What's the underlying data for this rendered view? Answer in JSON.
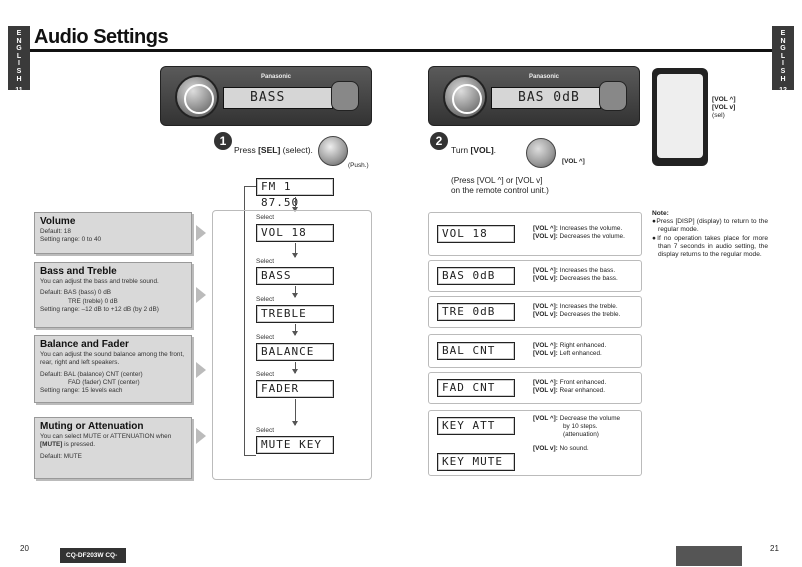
{
  "page": {
    "title": "Audio Settings",
    "left_tab": [
      "E",
      "N",
      "G",
      "L",
      "I",
      "S",
      "H"
    ],
    "left_tab_num": "11",
    "right_tab": [
      "E",
      "N",
      "G",
      "L",
      "I",
      "S",
      "H"
    ],
    "right_tab_num": "12",
    "page_left": "20",
    "page_right": "21",
    "model": "CQ-DF203W CQ-"
  },
  "device": {
    "brand": "Panasonic",
    "lcd_step1": "BASS",
    "lcd_step2": "BAS  0dB"
  },
  "steps": {
    "step1_num": "1",
    "step1_pre": "Press ",
    "step1_key": "[SEL]",
    "step1_post": " (select).",
    "push": "(Push.)",
    "step2_num": "2",
    "step2_pre": "Turn ",
    "step2_key": "[VOL]",
    "step2_post": ".",
    "vol_label": "[VOL ^]",
    "remote_line1": "(Press [VOL ^] or [VOL v]",
    "remote_line2": "on the remote control unit.)",
    "remote_up": "[VOL ^]",
    "remote_down": "[VOL v]",
    "remote_sel": "(sel)"
  },
  "panels": [
    {
      "heading": "Volume",
      "lines": [
        "Default: 18",
        "Setting range: 0 to 40"
      ]
    },
    {
      "heading": "Bass and Treble",
      "intro": "You can adjust the bass and treble sound.",
      "lines": [
        "Default: BAS (bass) 0 dB",
        "TRE (treble) 0 dB",
        "Setting range: –12 dB to +12 dB (by 2 dB)"
      ]
    },
    {
      "heading": "Balance and Fader",
      "intro": "You can adjust the sound balance among the front, rear, right and left speakers.",
      "lines": [
        "Default: BAL (balance) CNT (center)",
        "FAD (fader) CNT (center)",
        "Setting range: 15 levels each"
      ]
    },
    {
      "heading": "Muting or Attenuation",
      "intro_a": "You can select MUTE or ATTENUATION when ",
      "intro_key": "[MUTE]",
      "intro_b": " is pressed.",
      "lines": [
        "Default: MUTE"
      ]
    }
  ],
  "flow": {
    "top_lcd": "FM 1 87.50",
    "select": "Select",
    "items": [
      "VOL   18",
      "BASS",
      "TREBLE",
      "BALANCE",
      "FADER",
      "MUTE KEY"
    ]
  },
  "rows": [
    {
      "lcd": "VOL   18",
      "up": "[VOL ^]:",
      "up_text": " Increases the volume.",
      "down": "[VOL v]:",
      "down_text": " Decreases the volume."
    },
    {
      "lcd": "BAS  0dB",
      "up": "[VOL ^]:",
      "up_text": " Increases the bass.",
      "down": "[VOL v]:",
      "down_text": " Decreases the bass."
    },
    {
      "lcd": "TRE  0dB",
      "up": "[VOL ^]:",
      "up_text": " Increases the treble.",
      "down": "[VOL v]:",
      "down_text": " Decreases the treble."
    },
    {
      "lcd": "BAL  CNT",
      "up": "[VOL ^]:",
      "up_text": " Right enhanced.",
      "down": "[VOL v]:",
      "down_text": " Left enhanced."
    },
    {
      "lcd": "FAD  CNT",
      "up": "[VOL ^]:",
      "up_text": " Front enhanced.",
      "down": "[VOL v]:",
      "down_text": " Rear enhanced."
    },
    {
      "lcd_a": "KEY  ATT",
      "lcd_b": "KEY  MUTE",
      "up": "[VOL ^]:",
      "up_text": " Decrease the volume",
      "up_text2": "by 10 steps.",
      "up_text3": "(attenuation)",
      "down": "[VOL v]:",
      "down_text": " No sound."
    }
  ],
  "note": {
    "title": "Note:",
    "items": [
      "●Press [DISP] (display) to return to the regular mode.",
      "●If no operation takes place for more than 7 seconds in audio setting, the display returns to the regular mode."
    ]
  }
}
